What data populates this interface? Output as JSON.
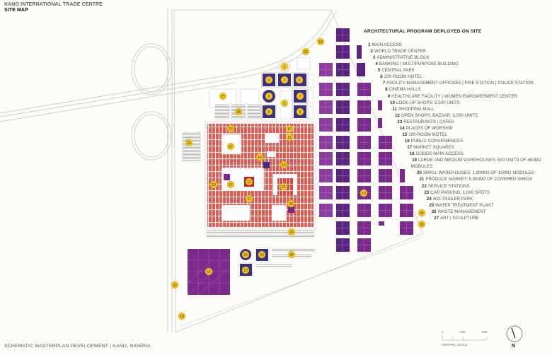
{
  "header": {
    "title": "KANO INTERNATIONAL TRADE CENTRE",
    "subtitle": "SITE MAP"
  },
  "legend": {
    "heading": "ARCHITECTURAL PROGRAM DEPLOYED ON SITE",
    "items": [
      {
        "n": "1",
        "label": "MAIN ACCESS"
      },
      {
        "n": "2",
        "label": "WORLD TRADE CENTER"
      },
      {
        "n": "3",
        "label": "ADMINISTRATIVE BLOCK"
      },
      {
        "n": "4",
        "label": "BANKING | MULTIPURPOSE BUILDING"
      },
      {
        "n": "5",
        "label": "CENTRAL PARK"
      },
      {
        "n": "6",
        "label": "200-ROOM HOTEL"
      },
      {
        "n": "7",
        "label": "FACILITY MANAGEMENT OFFICEES | FIRE STATION | POLICE STATION"
      },
      {
        "n": "8",
        "label": "CINEMA HALLS"
      },
      {
        "n": "9",
        "label": "HEALTHCARE FACILITY | WOMEN EMPOWERMENT CENTER"
      },
      {
        "n": "10",
        "label": "LOCK-UP SHOPS: 5,500 UNITS"
      },
      {
        "n": "11",
        "label": "SHOPPING MALL"
      },
      {
        "n": "12",
        "label": "OPEN SHOPS, BAZAAR: 3,000 UNITS"
      },
      {
        "n": "13",
        "label": "RESTAURANTS | CAFES"
      },
      {
        "n": "14",
        "label": "PLACES OF WORSHIP"
      },
      {
        "n": "15",
        "label": "100-ROOM MOTEL"
      },
      {
        "n": "16",
        "label": "PUBLIC CONVENIENCES"
      },
      {
        "n": "17",
        "label": "MARKET SQUARES"
      },
      {
        "n": "18",
        "label": "GOODS MAIN ACCESS"
      },
      {
        "n": "19",
        "label": "LARGE AND MEDIUM WAREHOUSES: 500 UNITS OF 450M2",
        "cont": "MODULES"
      },
      {
        "n": "20",
        "label": "SMALL WAREHOUSES: 1,800M2 OF 150M2 MODULES"
      },
      {
        "n": "21",
        "label": "PRODUCE MARKET: 5,000M2 OF COVERED SHEDS"
      },
      {
        "n": "22",
        "label": "SERVICE STATIONS"
      },
      {
        "n": "23",
        "label": "CAR PARKING: 1,000 SPOTS"
      },
      {
        "n": "24",
        "label": "400-TRAILER PARK"
      },
      {
        "n": "25",
        "label": "WATER TREATMENT PLANT"
      },
      {
        "n": "26",
        "label": "WASTE MANAGEMENT"
      },
      {
        "n": "27",
        "label": "ART | SCULPTURE"
      }
    ]
  },
  "markers": [
    "1",
    "2",
    "3",
    "4",
    "5",
    "6",
    "7",
    "8",
    "9",
    "27",
    "23",
    "22",
    "18",
    "16",
    "10",
    "12",
    "23",
    "17",
    "14",
    "13",
    "10",
    "17",
    "12",
    "21",
    "11",
    "20",
    "24",
    "19",
    "15",
    "16",
    "24",
    "13",
    "22",
    "18",
    "19",
    "26",
    "25"
  ],
  "scale": {
    "title": "GRAPHIC SCALE",
    "ticks": [
      "0",
      "100",
      "200"
    ]
  },
  "north": "N",
  "footer": "SCHEMATIC MASTERPLAN DEVELOPMENT | KANO, NIGERIA",
  "colors": {
    "warehouse": "#7a2a8c",
    "warehouse_dark": "#5a2580",
    "building": "#3b2f86",
    "shops": "#e4473a",
    "marker": "#f2c41c",
    "road": "#bdbdbd"
  }
}
